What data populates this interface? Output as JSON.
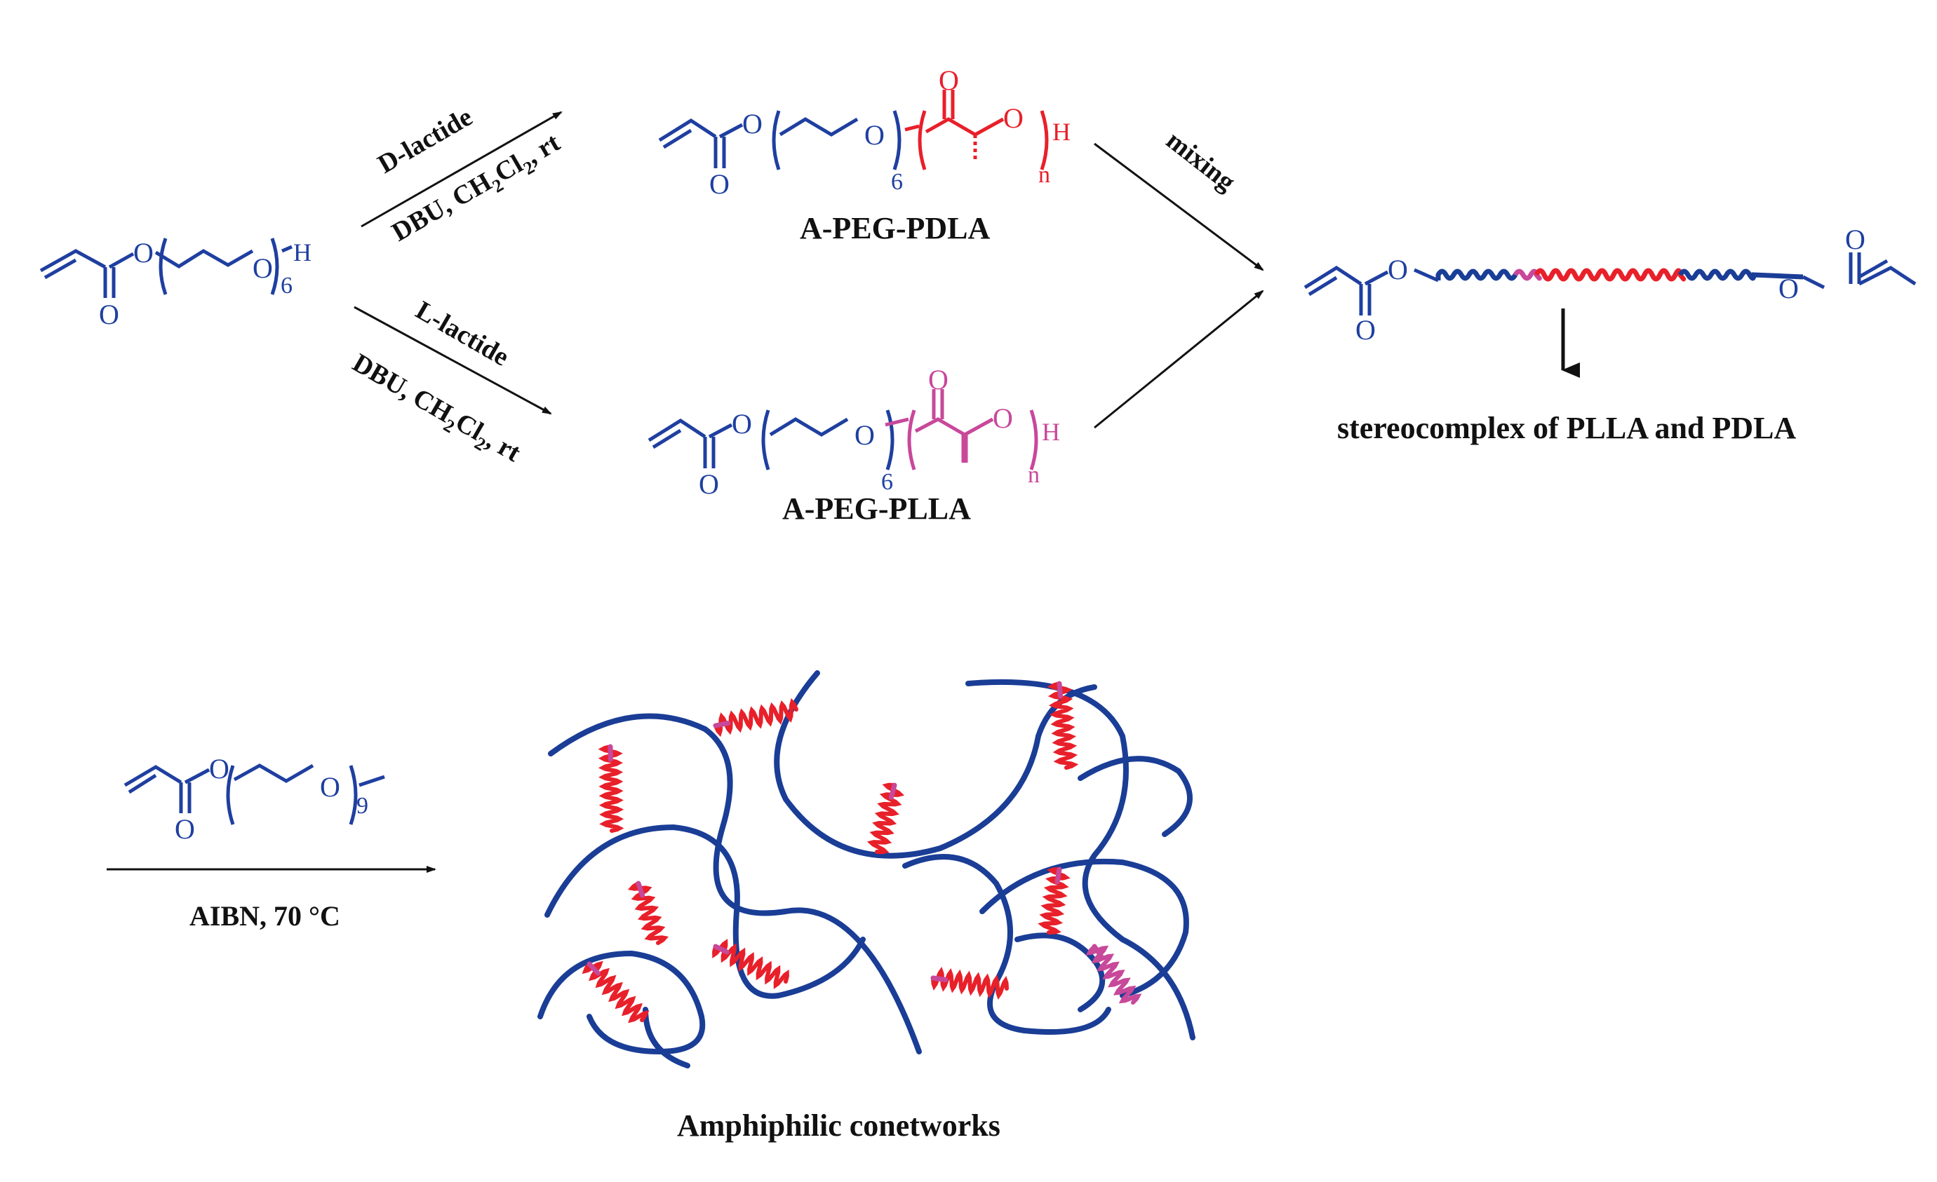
{
  "colors": {
    "peg": "#1f3fa0",
    "pdla": "#e8202a",
    "plla": "#c8489a",
    "network": "#1a3d96",
    "text": "#111111"
  },
  "start_monomer": {
    "atom_o": "O",
    "atom_o2": "O",
    "carbonyl_o": "O",
    "repeat": "6",
    "end_group": "H"
  },
  "top_route": {
    "reagent": "D-lactide",
    "conditions_main": "DBU, CH",
    "conditions_sub1": "2",
    "conditions_mid": "Cl",
    "conditions_sub2": "2",
    "conditions_end": ", rt"
  },
  "bottom_route": {
    "reagent": "L-lactide",
    "conditions_main": "DBU, CH",
    "conditions_sub1": "2",
    "conditions_mid": "Cl",
    "conditions_sub2": "2",
    "conditions_end": ", rt"
  },
  "product_pdla": {
    "label": "A-PEG-PDLA",
    "atom_o": "O",
    "atom_o2": "O",
    "carbonyl_o": "O",
    "ester_o": "O",
    "chain_o": "O",
    "peg_repeat": "6",
    "la_repeat": "n",
    "end_group": "H"
  },
  "product_plla": {
    "label": "A-PEG-PLLA",
    "atom_o": "O",
    "atom_o2": "O",
    "carbonyl_o": "O",
    "ester_o": "O",
    "chain_o": "O",
    "peg_repeat": "6",
    "la_repeat": "n",
    "end_group": "H"
  },
  "mixing_label": "mixing",
  "stereocomplex": {
    "label": "stereocomplex of PLLA and PDLA",
    "o_left": "O",
    "o_left2": "O",
    "o_right": "O",
    "o_right2": "O"
  },
  "crosslinker": {
    "atom_o": "O",
    "atom_o2": "O",
    "carbonyl_o": "O",
    "repeat": "9"
  },
  "polymerization_conditions": "AIBN, 70 °C",
  "network_label": "Amphiphilic conetworks"
}
